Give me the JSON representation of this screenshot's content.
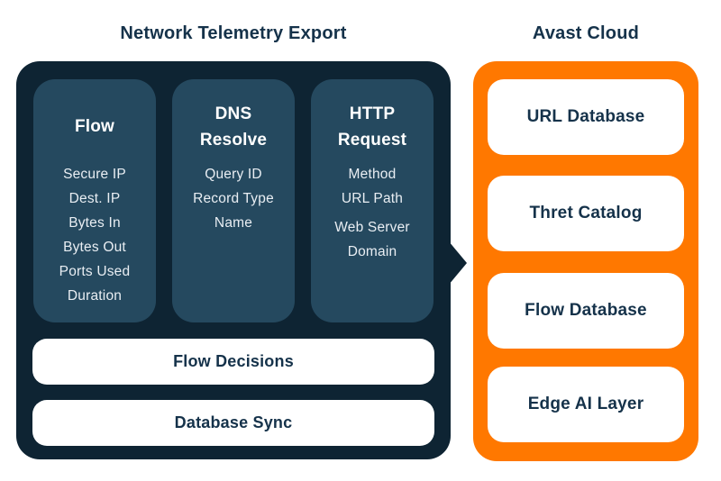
{
  "left": {
    "title": "Network Telemetry Export",
    "columns": [
      {
        "heading": "Flow",
        "items": [
          "Secure IP",
          "Dest. IP",
          "Bytes In",
          "Bytes Out",
          "Ports Used",
          "Duration"
        ]
      },
      {
        "heading": "DNS Resolve",
        "items": [
          "Query ID",
          "Record Type",
          "Name"
        ]
      },
      {
        "heading": "HTTP Request",
        "items": [
          "Method",
          "URL Path",
          "Web Server Domain"
        ]
      }
    ],
    "bars": [
      "Flow Decisions",
      "Database Sync"
    ]
  },
  "right": {
    "title": "Avast Cloud",
    "boxes": [
      "URL Database",
      "Thret Catalog",
      "Flow Database",
      "Edge AI Layer"
    ]
  },
  "colors": {
    "dark_navy": "#0e2433",
    "column_navy": "#25495f",
    "brand_orange": "#ff7800",
    "text_navy": "#15324a",
    "white": "#ffffff"
  }
}
